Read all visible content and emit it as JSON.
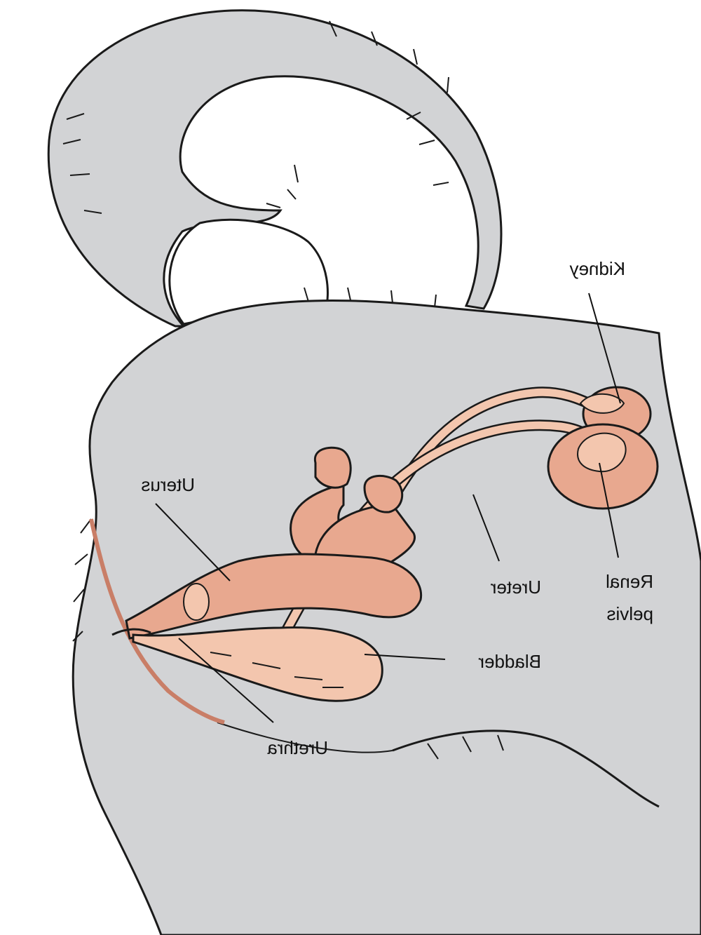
{
  "labels": {
    "kidney": "Kidney",
    "renal_pelvis_line1": "Renal",
    "renal_pelvis_line2": "pelvis",
    "ureter": "Ureter",
    "uterus": "Uterus",
    "bladder": "Bladder",
    "urethra": "Urethra"
  },
  "colors": {
    "body_fill": "#d2d3d5",
    "outline": "#1a1a1a",
    "organ_fill": "#e8a88f",
    "organ_light": "#f3c6ae",
    "organ_dark": "#c97e67"
  }
}
